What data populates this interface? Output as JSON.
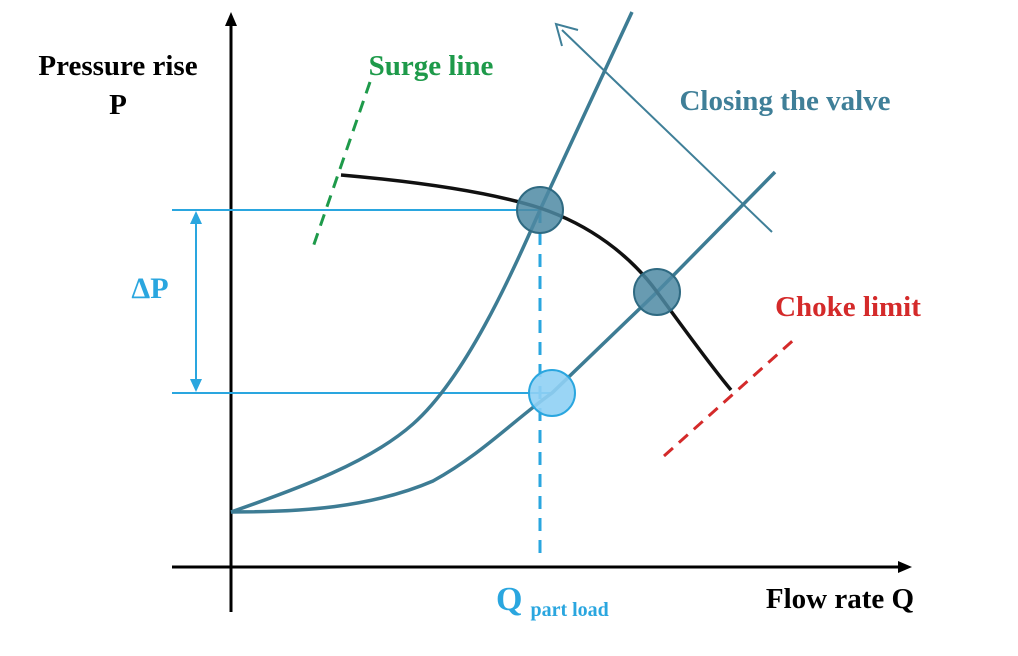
{
  "axes": {
    "y_label_line1": "Pressure rise",
    "y_label_line2": "P",
    "x_label": "Flow rate Q"
  },
  "labels": {
    "surge": "Surge line",
    "closing": "Closing the valve",
    "choke": "Choke limit",
    "delta_p": "ΔP",
    "q_main": "Q",
    "q_sub": "part load"
  },
  "colors": {
    "axis": "#000000",
    "pump_curve": "#111111",
    "system_curve": "#3d7c94",
    "guide": "#2aa6df",
    "surge": "#1e9a4a",
    "choke": "#d42a2a",
    "closing": "#3f7f98",
    "op_point_fill": "#4e8aa3",
    "part_load_fill": "#8fd0f4"
  }
}
